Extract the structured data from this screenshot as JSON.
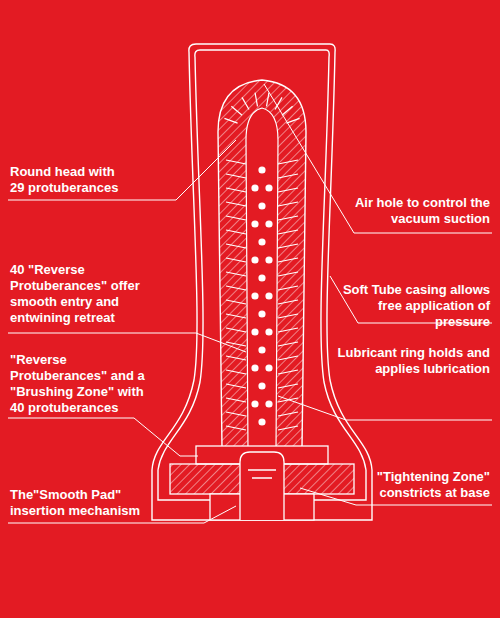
{
  "diagram": {
    "labels": [
      "Round head with 29 protuberances",
      "Air hole to control the vacuum suction",
      "40 \"Reverse Protuberances\" offer smooth entry and entwining retreat",
      "Soft Tube casing allows free application of pressure",
      "\"Reverse Protuberances\" and a \"Brushing Zone\" with 40 protuberances",
      "Lubricant ring holds and applies lubrication",
      "The\"Smooth Pad\" insertion mechanism",
      "\"Tightening Zone\" constricts at base"
    ]
  }
}
